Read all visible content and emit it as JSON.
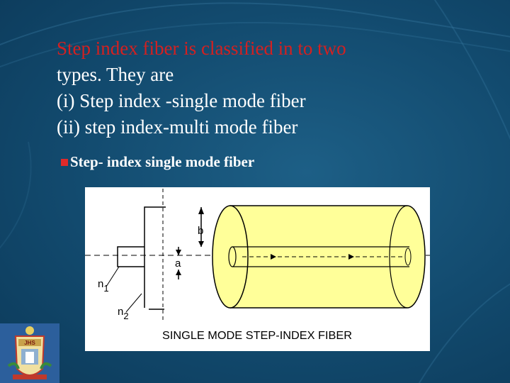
{
  "slide": {
    "lines": [
      "Step index fiber is classified in to two",
      "types. They are",
      "(i) Step index -single mode  fiber",
      "(ii) step index-multi mode fiber"
    ],
    "bullet": "Step- index single mode fiber"
  },
  "figure": {
    "caption": "SINGLE MODE STEP-INDEX FIBER",
    "label_b": "b",
    "label_a": "a",
    "label_n1": "n",
    "label_n1_sub": "1",
    "label_n2": "n",
    "label_n2_sub": "2",
    "cylinder_fill": "#ffff99"
  },
  "logo": {
    "text": "JHS"
  },
  "colors": {
    "red_text": "#d42020",
    "background": "#124a6e"
  }
}
